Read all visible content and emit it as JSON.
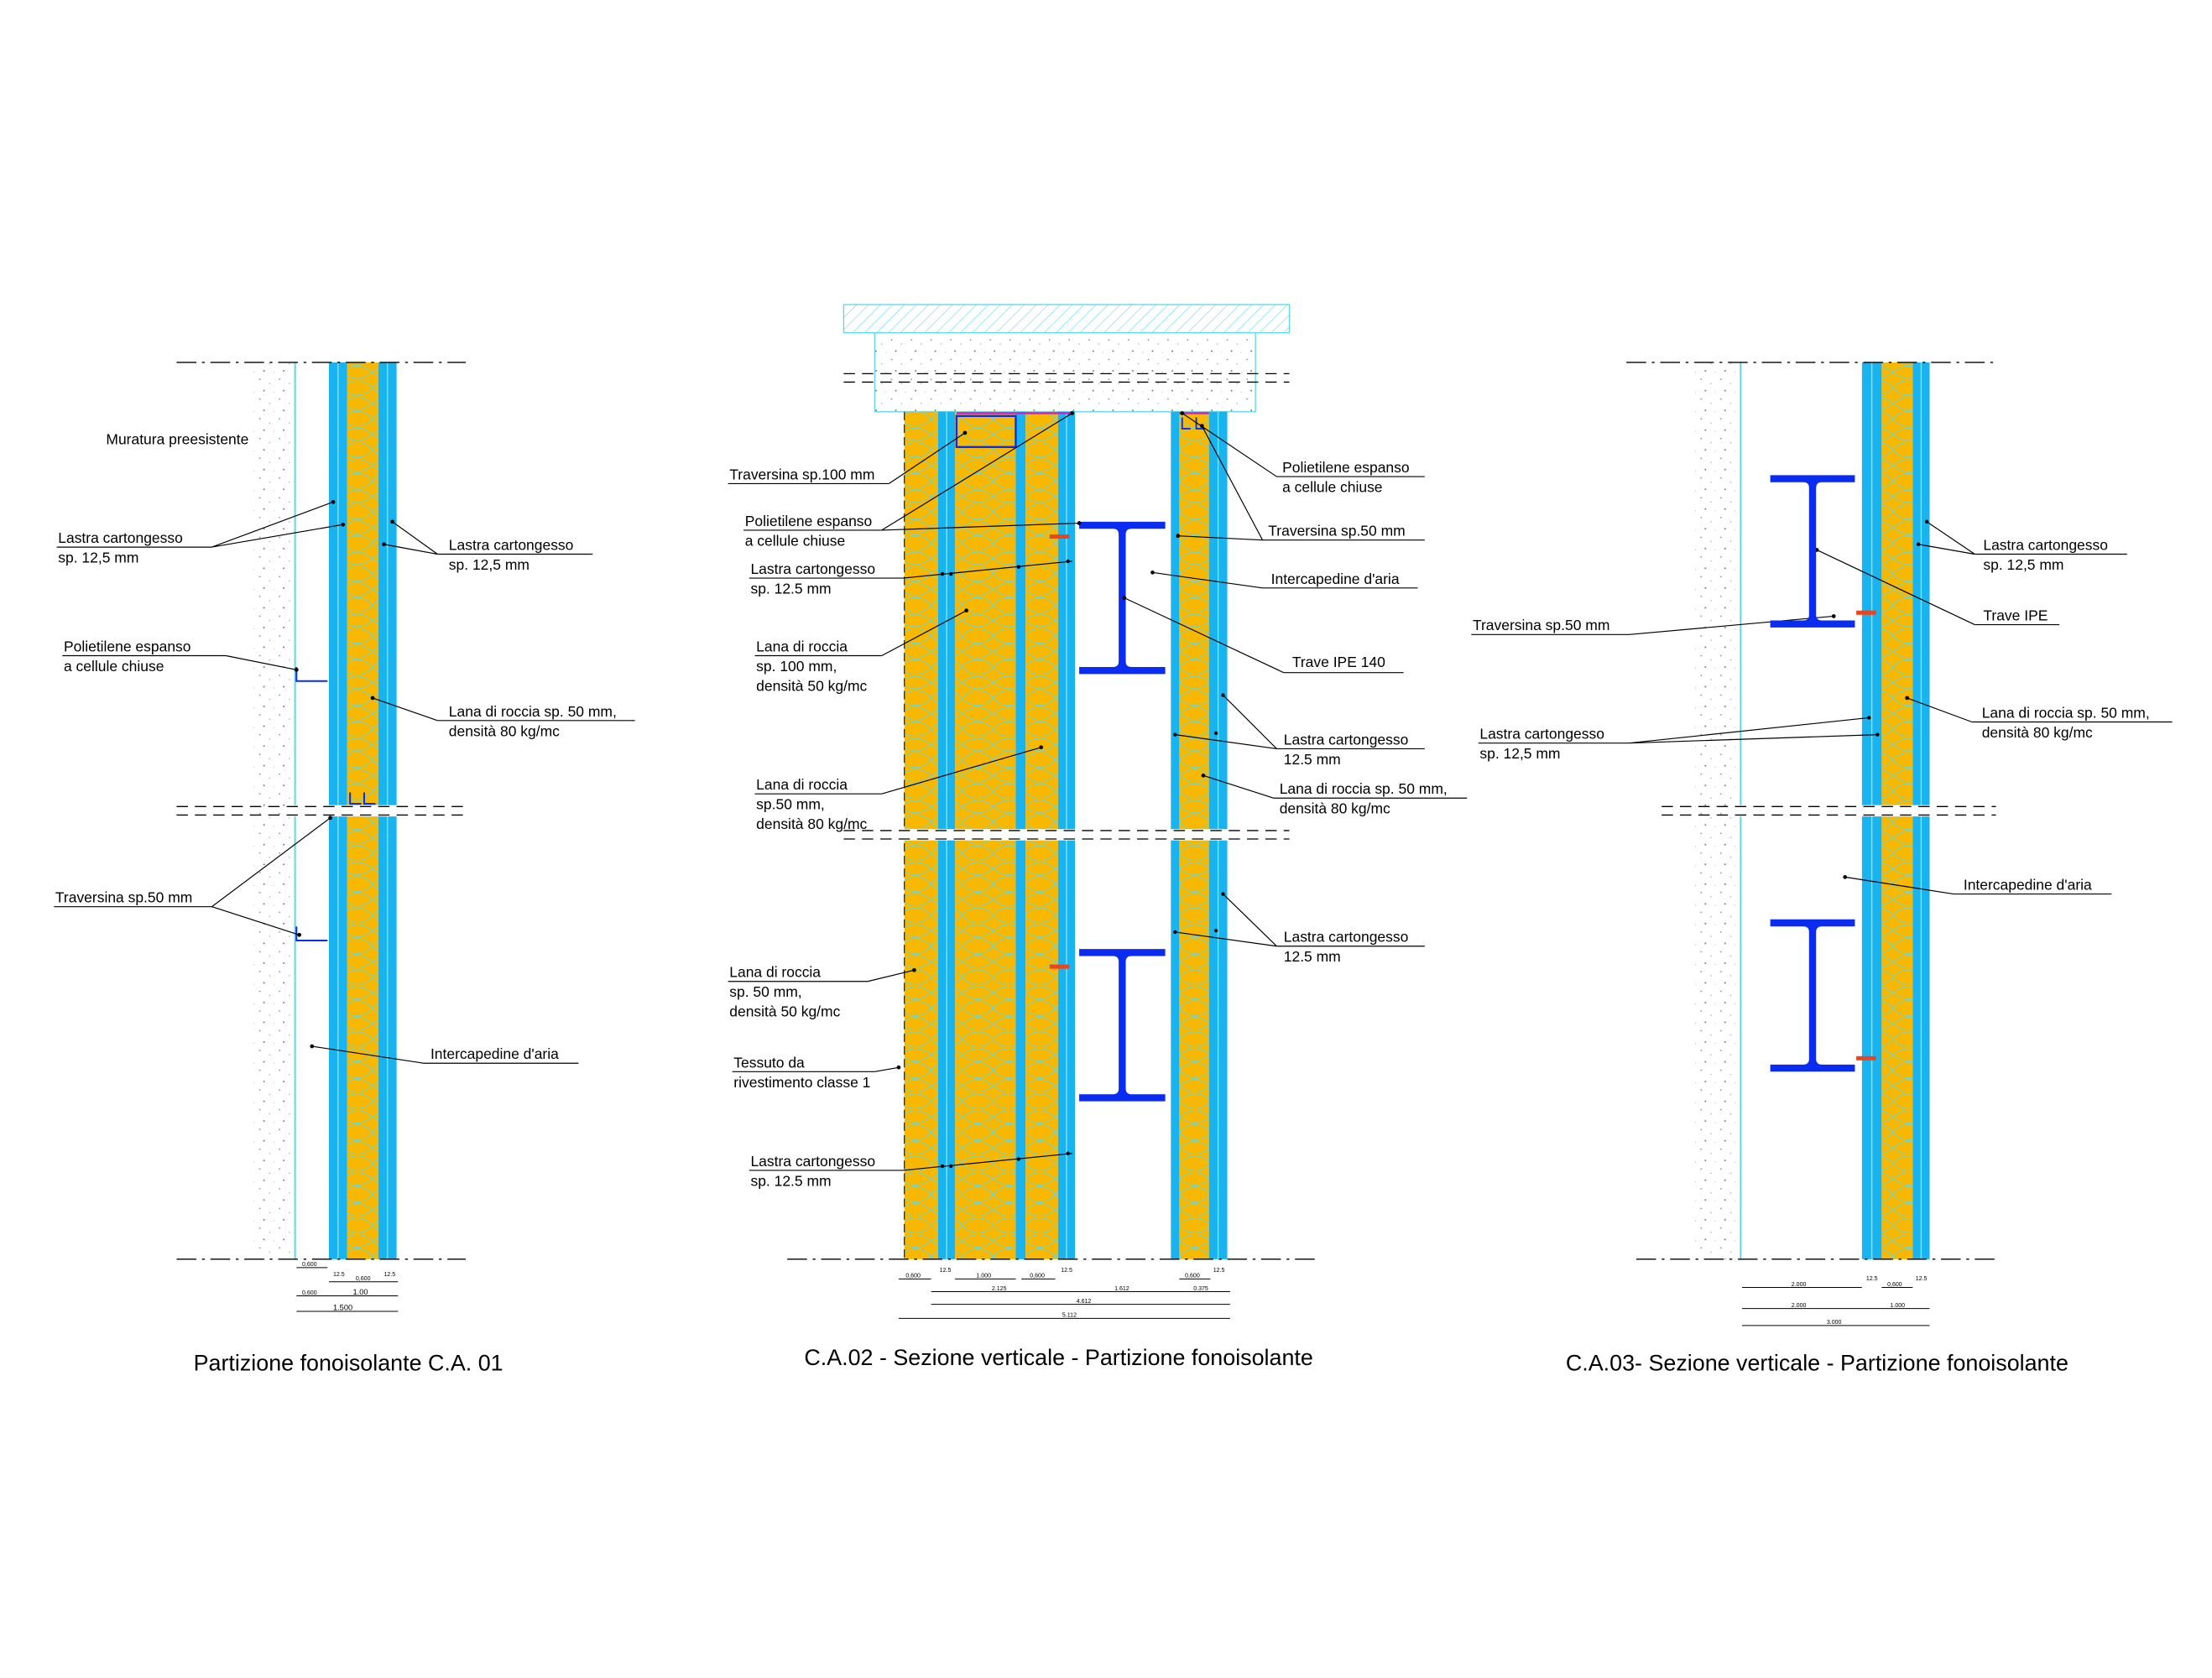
{
  "colors": {
    "insulation": "#F8B800",
    "board": "#19B4F0",
    "board_line": "#7FE8F8",
    "steel": "#0A2BF0",
    "anchor": "#E8461E",
    "pe": "#D21EDC",
    "concrete": "#F4F4F4"
  },
  "drawing1": {
    "title": "Partizione fonoisolante C.A. 01",
    "labels": {
      "muratura": "Muratura preesistente",
      "lastra_left_1": "Lastra cartongesso",
      "lastra_left_2": "sp. 12,5 mm",
      "lastra_right_1": "Lastra cartongesso",
      "lastra_right_2": "sp. 12,5 mm",
      "pe_1": "Polietilene espanso",
      "pe_2": "a cellule chiuse",
      "lana_1": "Lana di roccia sp. 50 mm,",
      "lana_2": "densità 80 kg/mc",
      "traversina": "Traversina sp.50 mm",
      "intercapedine": "Intercapedine d'aria"
    },
    "dimensions": {
      "row1_a": "0,600",
      "row2_b": "0,600",
      "row3_a": "0,600",
      "row3_b": "1.00",
      "total": "1.500",
      "small": "12.5"
    }
  },
  "drawing2": {
    "title": "C.A.02 - Sezione verticale - Partizione fonoisolante",
    "labels": {
      "traversina100": "Traversina sp.100 mm",
      "pe_l_1": "Polietilene espanso",
      "pe_l_2": "a cellule chiuse",
      "lastra_top_1": "Lastra cartongesso",
      "lastra_top_2": "sp. 12.5 mm",
      "lana100_1": "Lana di roccia",
      "lana100_2": "sp. 100 mm,",
      "lana100_3": "densità 50 kg/mc",
      "lana50a_1": "Lana di roccia",
      "lana50a_2": "sp.50 mm,",
      "lana50a_3": "densità 80 kg/mc",
      "lana50b_1": "Lana di roccia",
      "lana50b_2": "sp. 50 mm,",
      "lana50b_3": "densità 50 kg/mc",
      "tessuto_1": "Tessuto da",
      "tessuto_2": "rivestimento classe 1",
      "lastra_bot_1": "Lastra cartongesso",
      "lastra_bot_2": "sp. 12.5 mm",
      "pe_r_1": "Polietilene espanso",
      "pe_r_2": "a cellule chiuse",
      "traversina50": "Traversina sp.50 mm",
      "intercapedine": "Intercapedine d'aria",
      "trave": "Trave IPE 140",
      "lastra_r1_1": "Lastra cartongesso",
      "lastra_r1_2": "12.5 mm",
      "lana_r_1": "Lana di roccia sp. 50 mm,",
      "lana_r_2": "densità 80 kg/mc",
      "lastra_r2_1": "Lastra cartongesso",
      "lastra_r2_2": "12.5 mm"
    },
    "dimensions": {
      "a": "0,600",
      "b": "1.000",
      "c": "0,600",
      "d": "0,600",
      "e": "2.125",
      "f": "1.612",
      "g": "0.375",
      "h": "4.612",
      "i": "5.112",
      "small": "12.5"
    }
  },
  "drawing3": {
    "title": "C.A.03- Sezione verticale - Partizione fonoisolante",
    "labels": {
      "lastra_r_1": "Lastra cartongesso",
      "lastra_r_2": "sp. 12,5 mm",
      "trave": "Trave IPE",
      "traversina": "Traversina sp.50 mm",
      "lana_1": "Lana di roccia sp. 50 mm,",
      "lana_2": "densità 80 kg/mc",
      "lastra_l_1": "Lastra cartongesso",
      "lastra_l_2": "sp. 12,5 mm",
      "intercapedine": "Intercapedine d'aria"
    },
    "dimensions": {
      "a": "2.000",
      "b": "0,600",
      "c": "2.000",
      "d": "1.000",
      "e": "3.000",
      "small": "12.5"
    }
  }
}
